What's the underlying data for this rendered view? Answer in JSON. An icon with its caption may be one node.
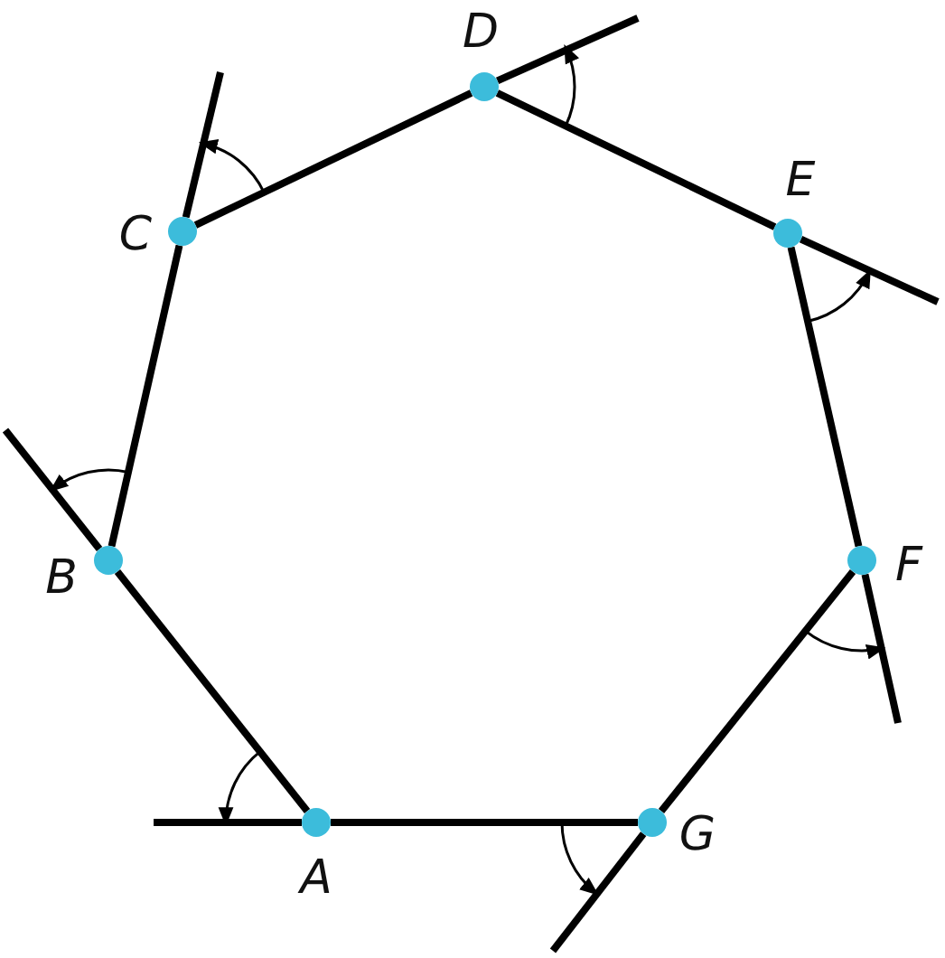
{
  "diagram": {
    "nodes": [
      {
        "text": [
          "A"
        ]
      },
      {
        "text": [
          "B"
        ]
      },
      {
        "text": [
          "C"
        ]
      },
      {
        "text": [
          "D"
        ]
      },
      {
        "text": [
          "E"
        ]
      },
      {
        "text": [
          "F"
        ]
      },
      {
        "text": [
          "G"
        ]
      }
    ],
    "edges": [
      {
        "from": 0,
        "to": 1,
        "arrow": "none"
      },
      {
        "from": 1,
        "to": 2,
        "arrow": "none"
      },
      {
        "from": 2,
        "to": 3,
        "arrow": "none"
      },
      {
        "from": 3,
        "to": 4,
        "arrow": "none"
      },
      {
        "from": 4,
        "to": 5,
        "arrow": "none"
      },
      {
        "from": 5,
        "to": 6,
        "arrow": "none"
      },
      {
        "from": 6,
        "to": 0,
        "arrow": "none"
      }
    ]
  }
}
